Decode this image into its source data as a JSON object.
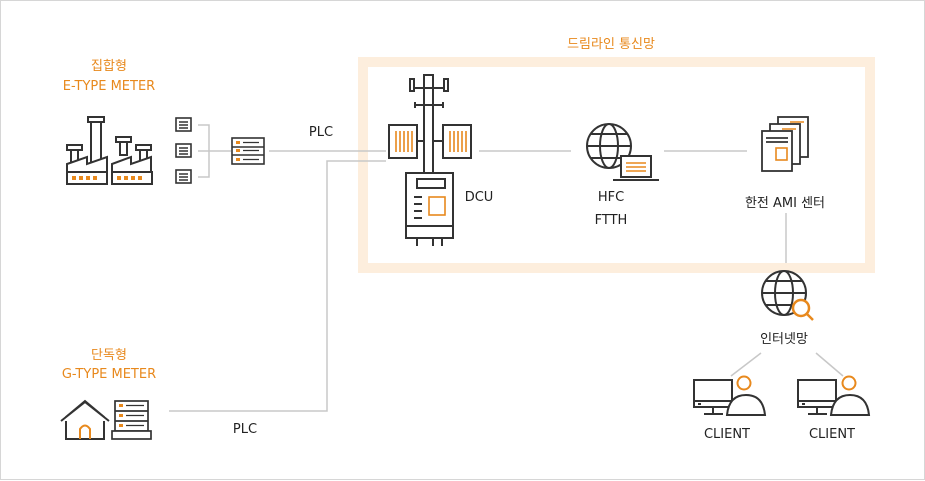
{
  "region": {
    "title": "드림라인 통신망"
  },
  "e_type": {
    "line1": "집합형",
    "line2": "E-TYPE METER"
  },
  "g_type": {
    "line1": "단독형",
    "line2": "G-TYPE METER"
  },
  "links": {
    "plc_top": "PLC",
    "plc_bottom": "PLC"
  },
  "dcu": {
    "label": "DCU"
  },
  "hfc": {
    "line1": "HFC",
    "line2": "FTTH"
  },
  "ami": {
    "label": "한전 AMI 센터"
  },
  "internet": {
    "label": "인터넷망"
  },
  "clients": [
    {
      "label": "CLIENT"
    },
    {
      "label": "CLIENT"
    }
  ],
  "colors": {
    "accent": "#e8891d",
    "region": "#fdeedd",
    "line": "#c8c8c8",
    "stroke": "#333333"
  },
  "icons": [
    "factory-icon",
    "meter-icon",
    "tower-icon",
    "globe-icon",
    "laptop-icon",
    "server-icon",
    "search-icon",
    "house-icon",
    "monitor-icon",
    "user-icon"
  ]
}
